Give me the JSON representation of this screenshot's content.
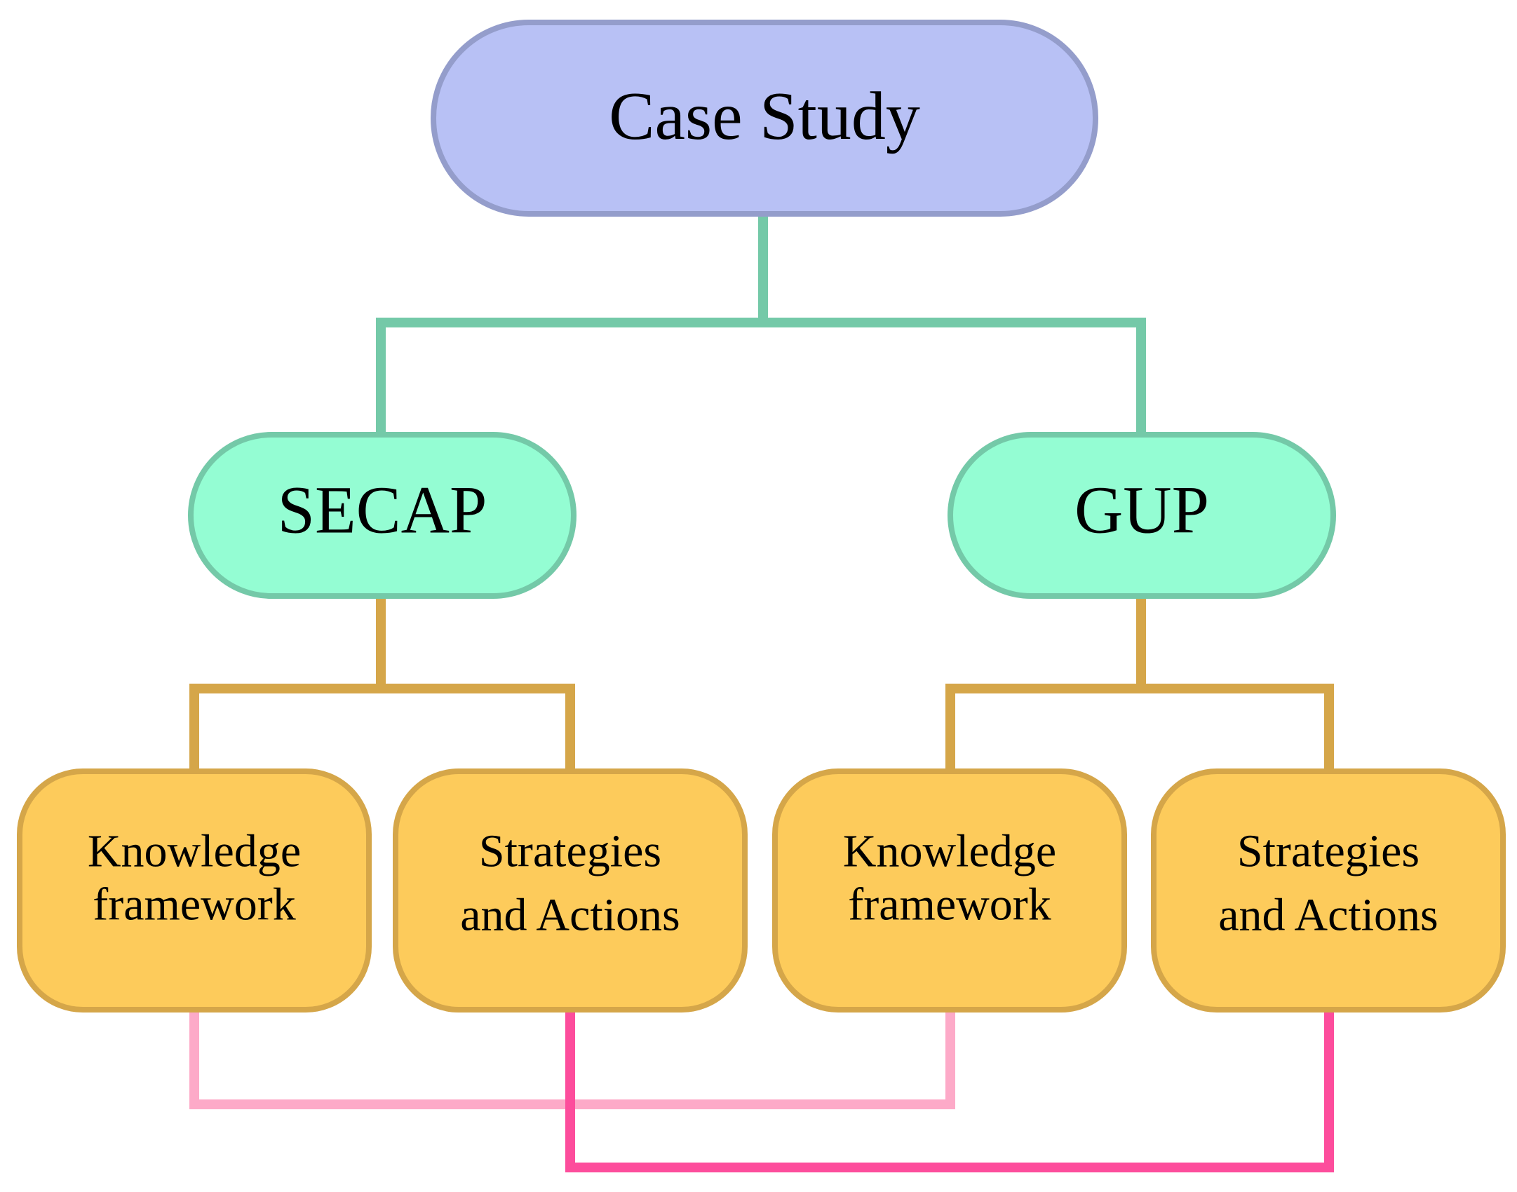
{
  "colors": {
    "root_fill": "#b8c1f5",
    "root_stroke": "#949dcb",
    "mid_fill": "#94fdd3",
    "mid_stroke": "#74c9a8",
    "leaf_fill": "#fdcb5b",
    "leaf_stroke": "#d5a649",
    "connector_root": "#74c9a8",
    "connector_mid": "#d5a649",
    "connector_knowledge": "#fdaac8",
    "connector_strategies": "#fd4d9c"
  },
  "root": {
    "label": "Case Study"
  },
  "branches": [
    {
      "label": "SECAP",
      "leaves": [
        {
          "lines": [
            "Knowledge",
            "framework"
          ]
        },
        {
          "lines": [
            "Strategies",
            "and Actions"
          ]
        }
      ]
    },
    {
      "label": "GUP",
      "leaves": [
        {
          "lines": [
            "Knowledge",
            "framework"
          ]
        },
        {
          "lines": [
            "Strategies",
            "and Actions"
          ]
        }
      ]
    }
  ]
}
